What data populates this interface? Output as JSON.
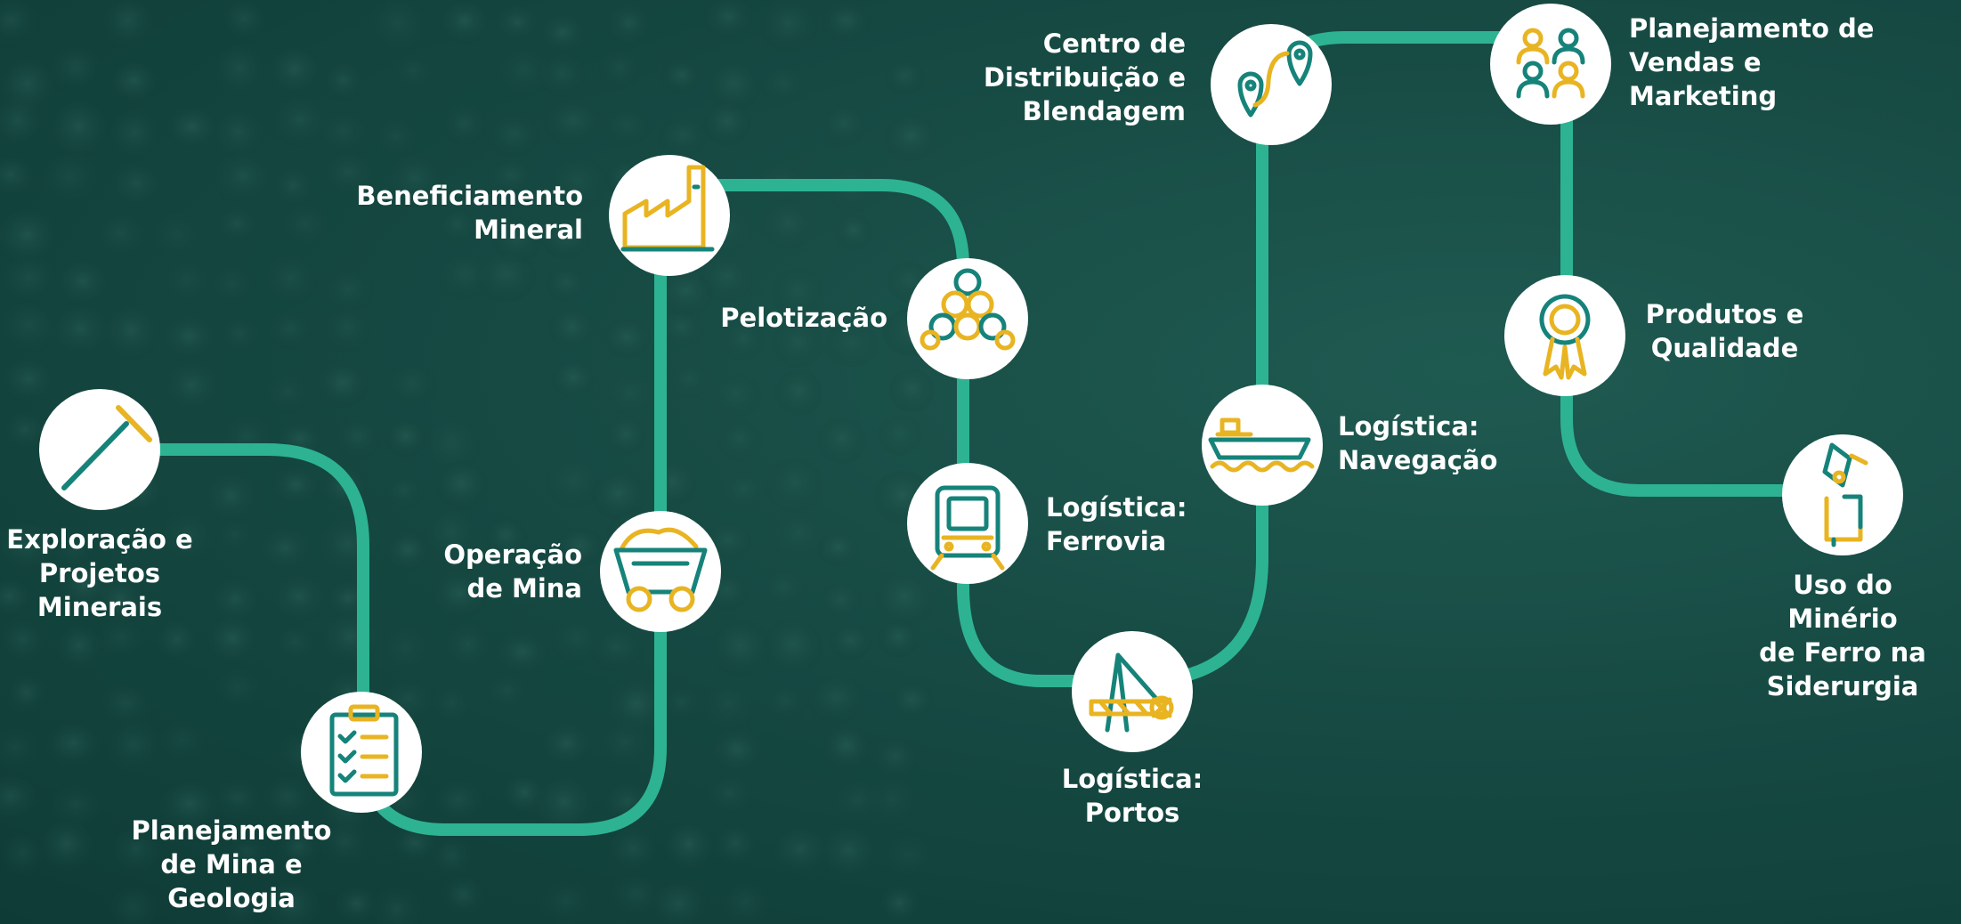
{
  "colors": {
    "path": "#2db392",
    "teal": "#16837a",
    "gold": "#e8b422",
    "node": "#ffffff",
    "text": "#ffffff",
    "background": "#164a43"
  },
  "stages": [
    {
      "id": "exploracao",
      "label": "Exploração e\nProjetos\nMinerais",
      "icon": "pickaxe-icon"
    },
    {
      "id": "planejamento-mina",
      "label": "Planejamento\nde Mina e\nGeologia",
      "icon": "clipboard-checklist-icon"
    },
    {
      "id": "operacao-mina",
      "label": "Operação\nde Mina",
      "icon": "mine-cart-icon"
    },
    {
      "id": "beneficiamento",
      "label": "Beneficiamento\nMineral",
      "icon": "factory-icon"
    },
    {
      "id": "pelotizacao",
      "label": "Pelotização",
      "icon": "pellets-icon"
    },
    {
      "id": "ferrovia",
      "label": "Logística:\nFerrovia",
      "icon": "train-icon"
    },
    {
      "id": "portos",
      "label": "Logística:\nPortos",
      "icon": "port-crane-icon"
    },
    {
      "id": "navegacao",
      "label": "Logística:\nNavegação",
      "icon": "ship-icon"
    },
    {
      "id": "distribuicao",
      "label": "Centro de\nDistribuição e\nBlendagem",
      "icon": "route-pins-icon"
    },
    {
      "id": "vendas",
      "label": "Planejamento de\nVendas e\nMarketing",
      "icon": "people-group-icon"
    },
    {
      "id": "produtos",
      "label": "Produtos e\nQualidade",
      "icon": "award-ribbon-icon"
    },
    {
      "id": "siderurgia",
      "label": "Uso do Minério\nde Ferro na\nSiderurgia",
      "icon": "steel-ladle-icon"
    }
  ]
}
